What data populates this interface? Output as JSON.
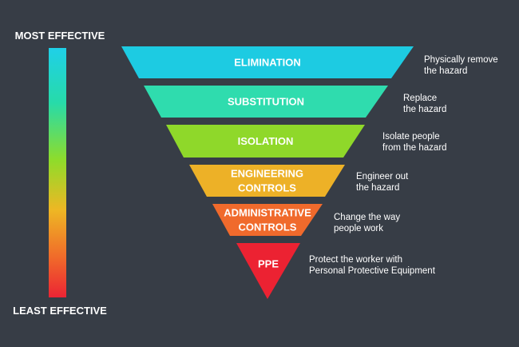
{
  "scale": {
    "top_label": "MOST EFFECTIVE",
    "bottom_label": "LEAST EFFECTIVE"
  },
  "levels": [
    {
      "label_lines": [
        "ELIMINATION"
      ],
      "description_lines": [
        "Physically remove",
        "the hazard"
      ],
      "color": "#1dcbe2"
    },
    {
      "label_lines": [
        "SUBSTITUTION"
      ],
      "description_lines": [
        "Replace",
        "the hazard"
      ],
      "color": "#2fdcae"
    },
    {
      "label_lines": [
        "ISOLATION"
      ],
      "description_lines": [
        "Isolate people",
        "from the hazard"
      ],
      "color": "#8fd82a"
    },
    {
      "label_lines": [
        "ENGINEERING",
        "CONTROLS"
      ],
      "description_lines": [
        "Engineer out",
        "the hazard"
      ],
      "color": "#edb127"
    },
    {
      "label_lines": [
        "ADMINISTRATIVE",
        "CONTROLS"
      ],
      "description_lines": [
        "Change the way",
        "people work"
      ],
      "color": "#f06a2c"
    },
    {
      "label_lines": [
        "PPE"
      ],
      "description_lines": [
        "Protect the worker with",
        "Personal Protective Equipment"
      ],
      "color": "#ec2232"
    }
  ]
}
